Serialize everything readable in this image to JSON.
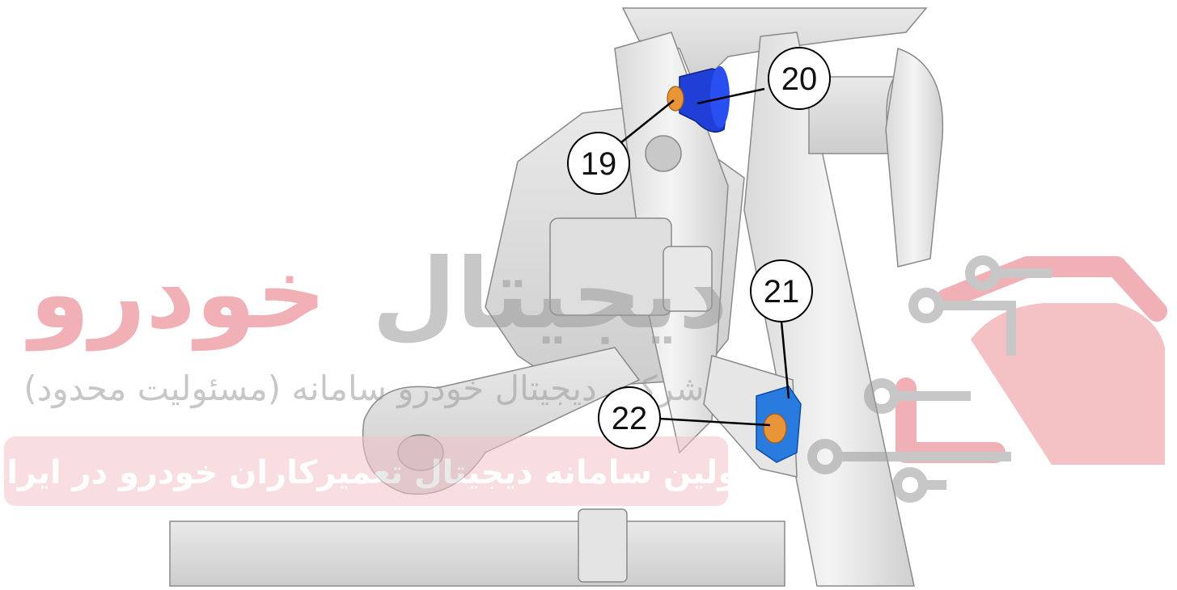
{
  "callouts": [
    {
      "id": "c19",
      "label": "19"
    },
    {
      "id": "c20",
      "label": "20"
    },
    {
      "id": "c21",
      "label": "21"
    },
    {
      "id": "c22",
      "label": "22"
    }
  ],
  "watermark": {
    "brand_digital": "دیجیتال",
    "brand_khodro": "خودرو",
    "company_line": "شرکت دیجیتال خودرو سامانه (مسئولیت محدود)",
    "tagline": "اولین سامانه دیجیتال تعمیرکاران خودرو در ایران"
  },
  "colors": {
    "background": "#ffffff",
    "part_blue": "#1f3fd6",
    "part_blue_light": "#2a7be0",
    "bushing_orange": "#e8953a",
    "watermark_red": "#e5717c",
    "watermark_gray": "#9a9a9a",
    "banner_pink": "#f3c4c8"
  }
}
